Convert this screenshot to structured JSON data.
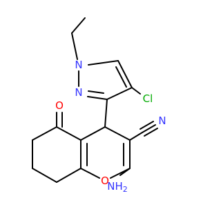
{
  "molecule": {
    "colors": {
      "carbon_bond": "#000000",
      "nitrogen": "#3333ff",
      "oxygen": "#ff0000",
      "chlorine": "#00aa00"
    },
    "labels": {
      "n1": "N",
      "n2": "N",
      "cl": "Cl",
      "o_ketone": "O",
      "o_ring": "O",
      "n_nitrile": "N",
      "nh2_main": "NH",
      "nh2_sub": "2",
      "h_nh2": "H"
    }
  }
}
